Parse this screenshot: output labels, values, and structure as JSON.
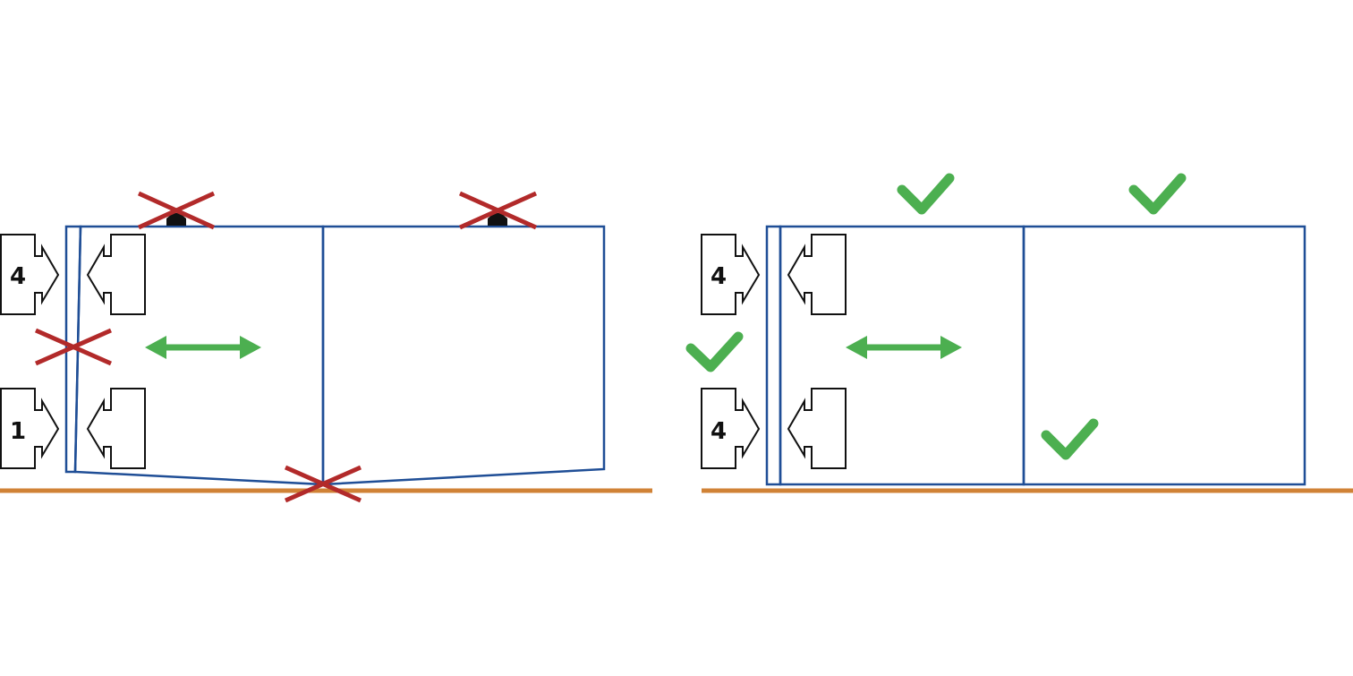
{
  "colors": {
    "background": "#ffffff",
    "cabinet_outline": "#1f4e96",
    "floor": "#d08236",
    "wrong_mark": "#b22a2a",
    "correct_mark": "#4caf50",
    "adjust_arrow": "#4caf50",
    "bracket_outline": "#111111",
    "bumper": "#111111"
  },
  "left_panel": {
    "status": "incorrect",
    "top_label": "4",
    "bottom_label": "1"
  },
  "right_panel": {
    "status": "correct",
    "top_label": "4",
    "bottom_label": "4"
  }
}
